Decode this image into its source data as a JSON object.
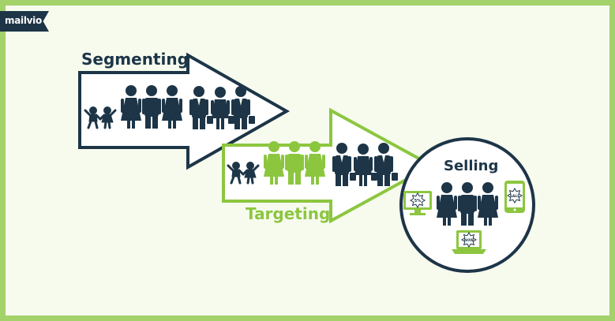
{
  "brand": {
    "logo_text": "mailvio"
  },
  "stages": [
    {
      "label": "Segmenting",
      "color": "#1d3547"
    },
    {
      "label": "Targeting",
      "color": "#8cc63f"
    },
    {
      "label": "Selling",
      "color": "#1d3547"
    }
  ],
  "device_badges": {
    "monitor": "5%",
    "tablet": "SALE",
    "laptop": "NOW"
  },
  "colors": {
    "dark": "#1d3547",
    "green": "#8cc63f",
    "background": "#f6fbee",
    "border": "#a3d16a"
  }
}
